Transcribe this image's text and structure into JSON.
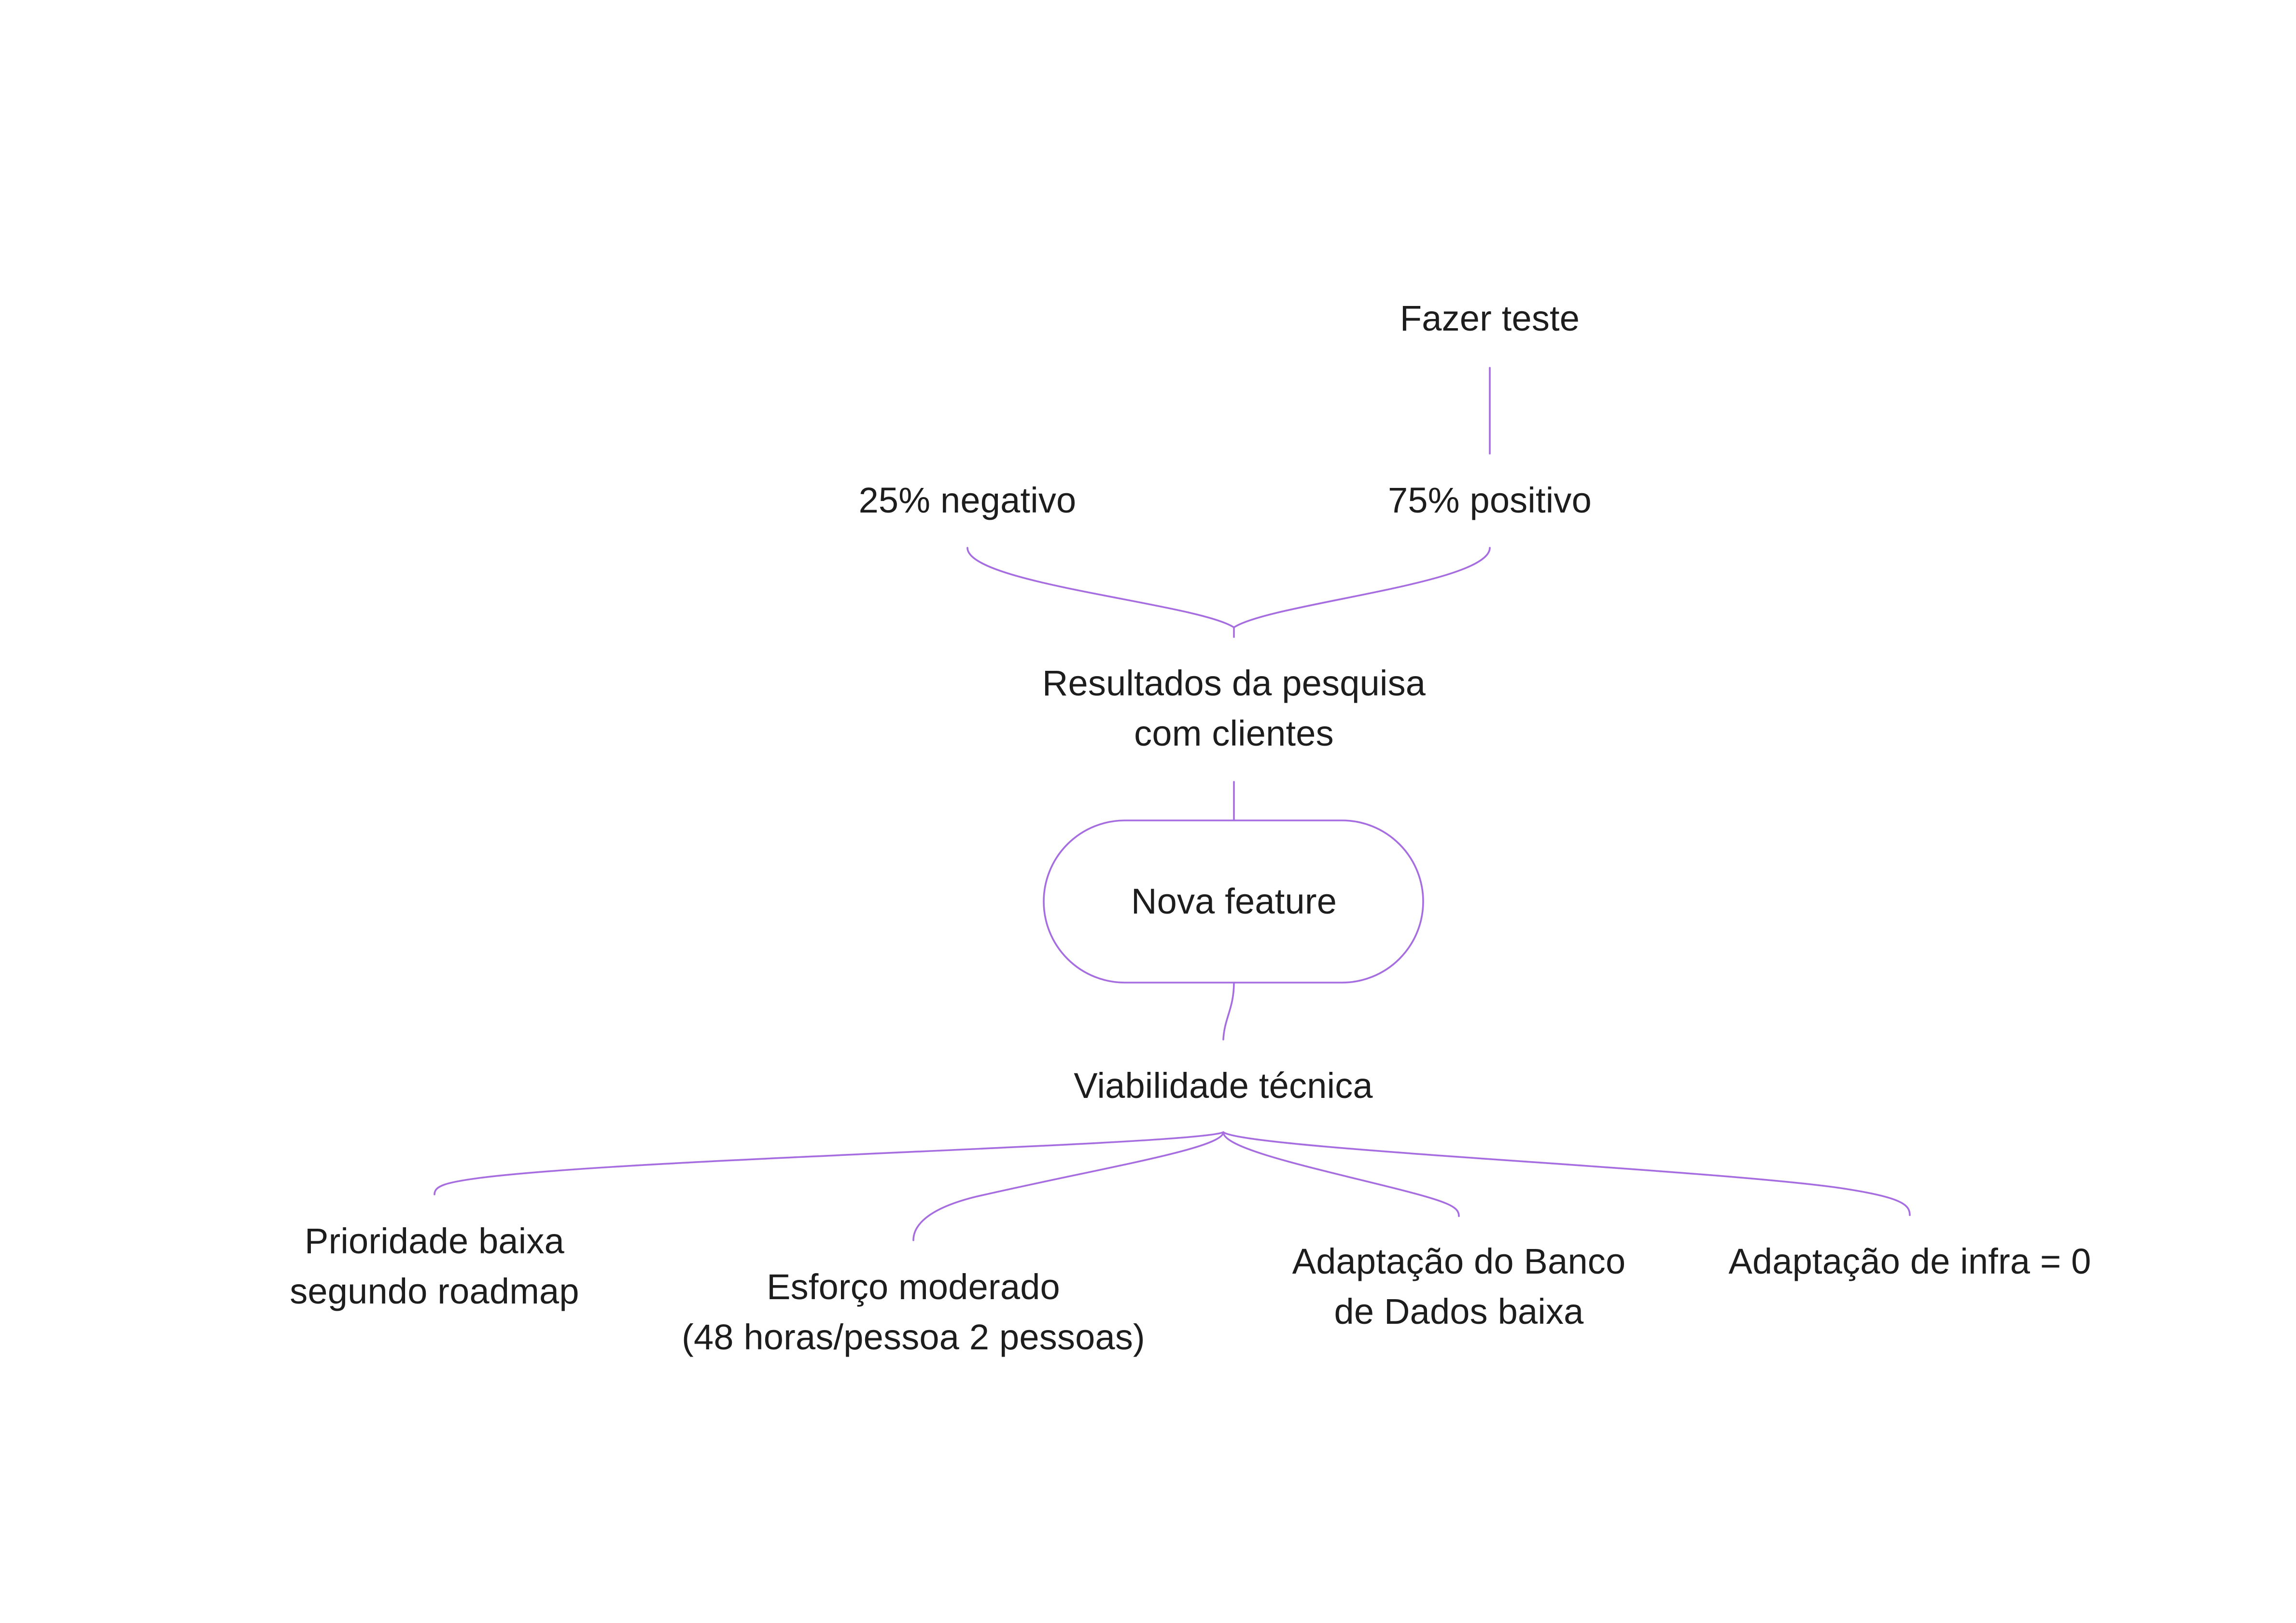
{
  "accent_color": "#a66de0",
  "nodes": {
    "fazer_teste": "Fazer teste",
    "negativo": "25% negativo",
    "positivo": "75% positivo",
    "resultados": "Resultados da pesquisa\ncom clientes",
    "nova_feature": "Nova feature",
    "viabilidade": "Viabilidade técnica",
    "prioridade": "Prioridade baixa\nsegundo roadmap",
    "esforco": "Esforço moderado\n(48 horas/pessoa 2 pessoas)",
    "banco": "Adaptação do Banco\nde Dados baixa",
    "infra": "Adaptação de infra = 0"
  }
}
